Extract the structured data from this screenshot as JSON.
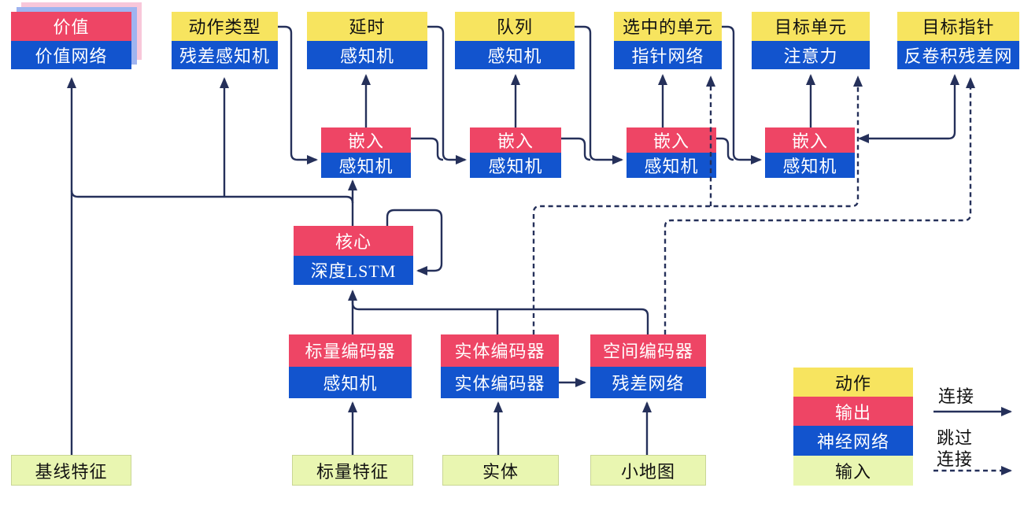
{
  "title": "AlphaStar-style agent architecture (Chinese)",
  "colors": {
    "action_yellow": "#F7E45F",
    "output_red": "#EE4565",
    "network_blue": "#1254CE",
    "input_green": "#E9F6B1",
    "line_navy": "#25305A",
    "shadow_pink": "#F8C7DA",
    "shadow_blue": "#9FB4F0"
  },
  "nodes": {
    "value": {
      "top": "价值",
      "bottom": "价值网络"
    },
    "action_type": {
      "top": "动作类型",
      "bottom": "残差感知机"
    },
    "delay": {
      "top": "延时",
      "bottom": "感知机"
    },
    "queue": {
      "top": "队列",
      "bottom": "感知机"
    },
    "selected_units": {
      "top": "选中的单元",
      "bottom": "指针网络"
    },
    "target_unit": {
      "top": "目标单元",
      "bottom": "注意力"
    },
    "target_pointer": {
      "top": "目标指针",
      "bottom": "反卷积残差网"
    },
    "embed1": {
      "top": "嵌入",
      "bottom": "感知机"
    },
    "embed2": {
      "top": "嵌入",
      "bottom": "感知机"
    },
    "embed3": {
      "top": "嵌入",
      "bottom": "感知机"
    },
    "embed4": {
      "top": "嵌入",
      "bottom": "感知机"
    },
    "core": {
      "top": "核心",
      "bottom": "深度LSTM"
    },
    "scalar_encoder": {
      "top": "标量编码器",
      "bottom": "感知机"
    },
    "entity_encoder": {
      "top": "实体编码器",
      "bottom": "实体编码器"
    },
    "spatial_encoder": {
      "top": "空间编码器",
      "bottom": "残差网络"
    }
  },
  "inputs": {
    "baseline": "基线特征",
    "scalar": "标量特征",
    "entity": "实体",
    "minimap": "小地图"
  },
  "legend": {
    "action": "动作",
    "output": "输出",
    "network": "神经网络",
    "input": "输入",
    "connection": "连接",
    "skip_word": "跳过",
    "skip_word2": "连接"
  }
}
